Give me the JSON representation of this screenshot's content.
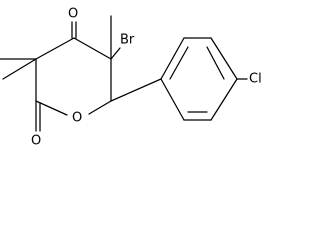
{
  "structure": {
    "atoms": {
      "o_ketone": "O",
      "o_ring": "O",
      "o_lactone": "O",
      "br": "Br",
      "cl": "Cl"
    }
  },
  "colors": {
    "bond": "#000000",
    "text": "#000000",
    "background": "#ffffff"
  }
}
